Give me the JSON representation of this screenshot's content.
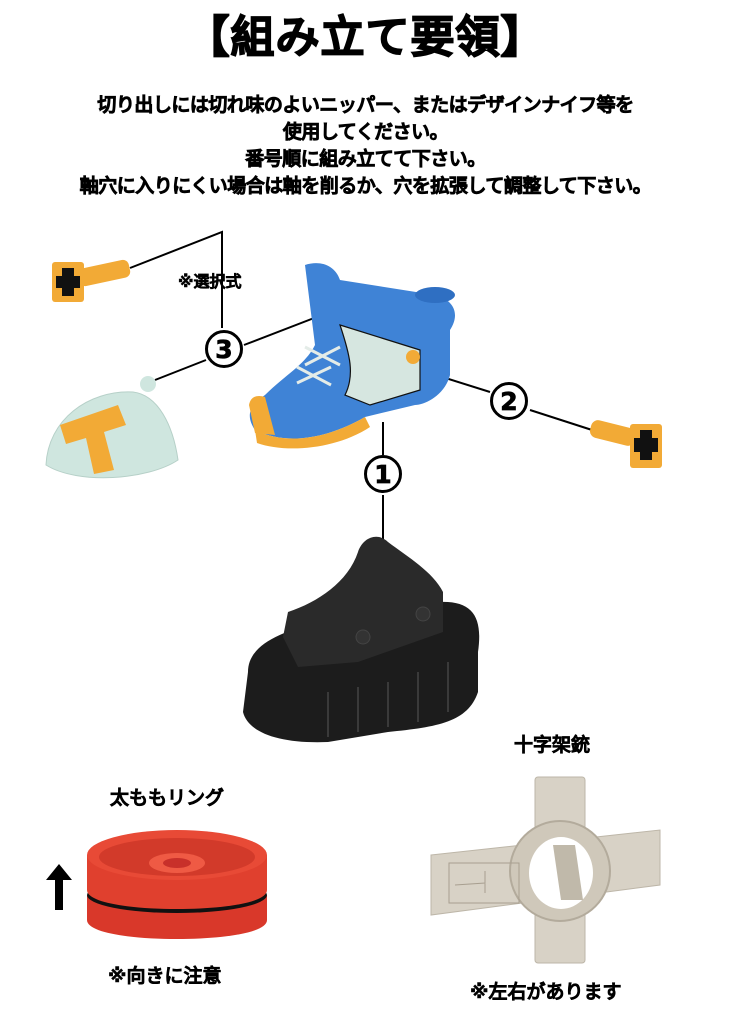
{
  "title": "【組み立て要領】",
  "instructions": [
    "切り出しには切れ味のよいニッパー、またはデザインナイフ等を",
    "使用してください。",
    "番号順に組み立てて下さい。",
    "軸穴に入りにくい場合は軸を削るか、穴を拡張して調整して下さい。"
  ],
  "diagram": {
    "steps": [
      {
        "number": "1",
        "part": "sole-base"
      },
      {
        "number": "2",
        "part": "peg"
      },
      {
        "number": "3",
        "part": "peg-or-ankle-armor"
      }
    ],
    "optional_note": "※選択式",
    "colors": {
      "shoe_blue": "#3f83d6",
      "shoe_light": "#d6e6e0",
      "accent_orange": "#f2aa36",
      "sole_black": "#1f1f1f",
      "armor_mint": "#cfe6df",
      "ring_red": "#e0402e",
      "cross_beige": "#d8d2c6"
    }
  },
  "extras": {
    "thigh_ring": {
      "label": "太ももリング",
      "note": "※向きに注意",
      "direction_icon": "up-arrow-icon"
    },
    "cross_gun": {
      "label": "十字架銃",
      "note": "※左右があります"
    }
  }
}
